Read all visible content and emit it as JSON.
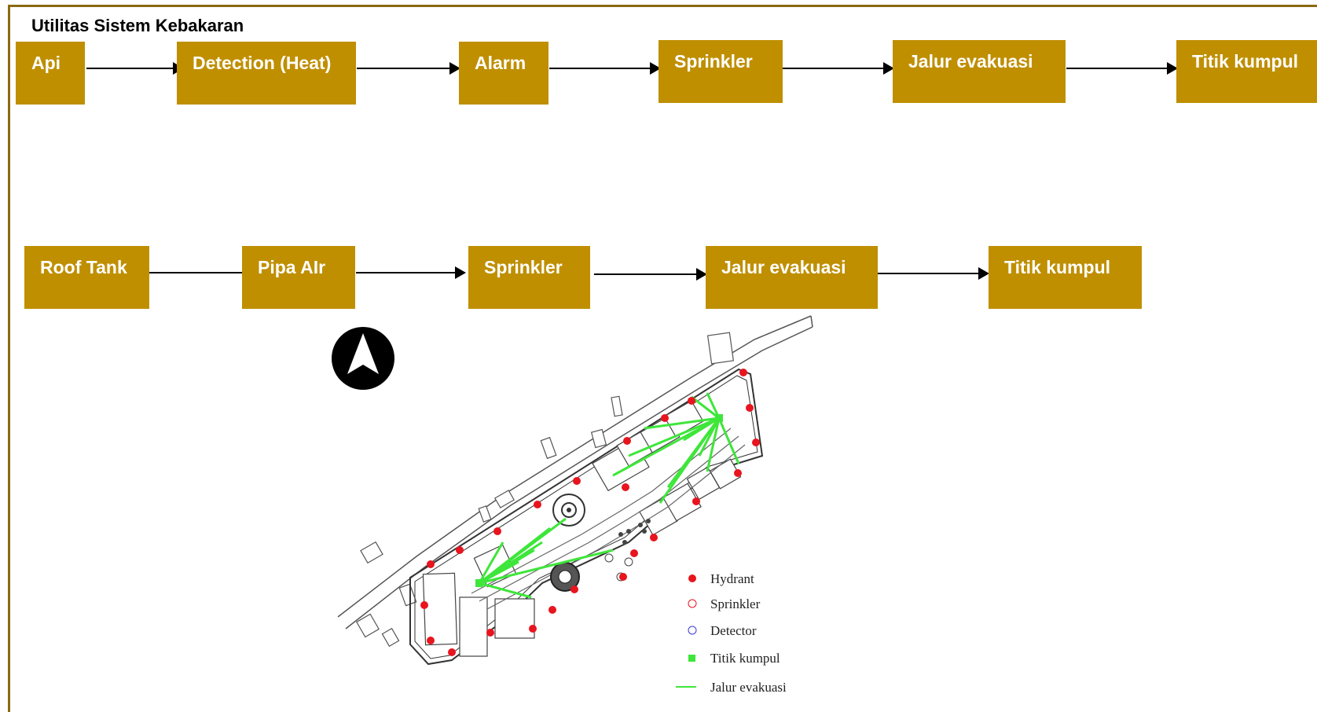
{
  "title": "Utilitas Sistem Kebakaran",
  "flow_row1": [
    "Api",
    "Detection (Heat)",
    "Alarm",
    "Sprinkler",
    "Jalur evakuasi",
    "Titik kumpul"
  ],
  "flow_row2": [
    "Roof Tank",
    "Pipa AIr",
    "Sprinkler",
    "Jalur evakuasi",
    "Titik kumpul"
  ],
  "legend": {
    "hydrant": "Hydrant",
    "sprinkler": "Sprinkler",
    "detector": "Detector",
    "titik_kumpul": "Titik kumpul",
    "jalur_evakuasi": "Jalur evakuasi"
  },
  "colors": {
    "box_fill": "#BF8F00",
    "frame": "#8B6914",
    "hydrant": "#e8141e",
    "evacuation": "#3ee63a"
  },
  "icons": {
    "north": "north-arrow-icon"
  }
}
